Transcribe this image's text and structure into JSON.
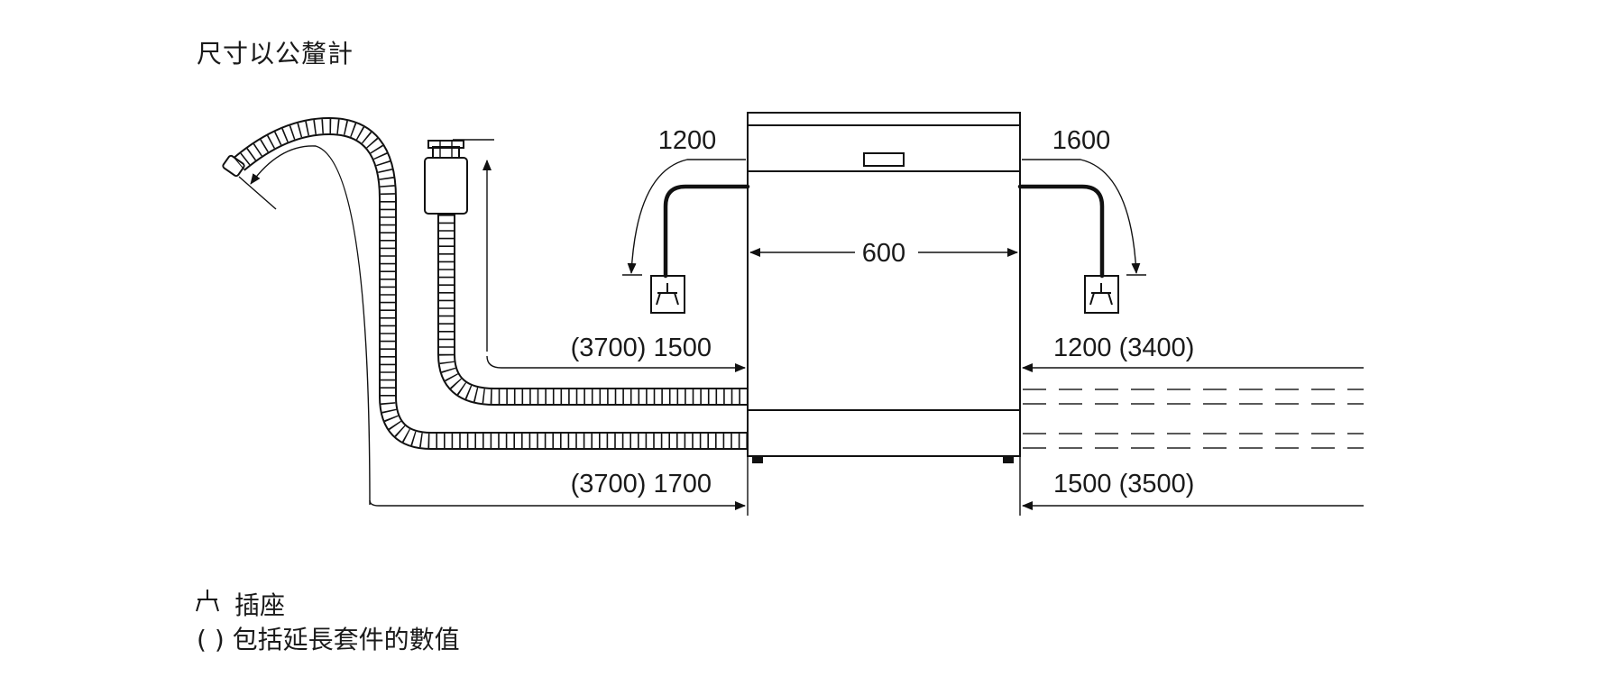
{
  "title": "尺寸以公釐計",
  "dimensions": {
    "top_left": "1200",
    "top_right": "1600",
    "width": "600",
    "mid_left": "(3700) 1500",
    "mid_right": "1200 (3400)",
    "bottom_left": "(3700) 1700",
    "bottom_right": "1500 (3500)"
  },
  "legend": {
    "socket_label": "插座",
    "note_symbol": "( )",
    "note_label": "包括延長套件的數值"
  },
  "icons": [
    "socket-icon",
    "drain-hose-icon",
    "water-inlet-hose-icon",
    "aquastop-valve-icon",
    "dishwasher-icon"
  ]
}
